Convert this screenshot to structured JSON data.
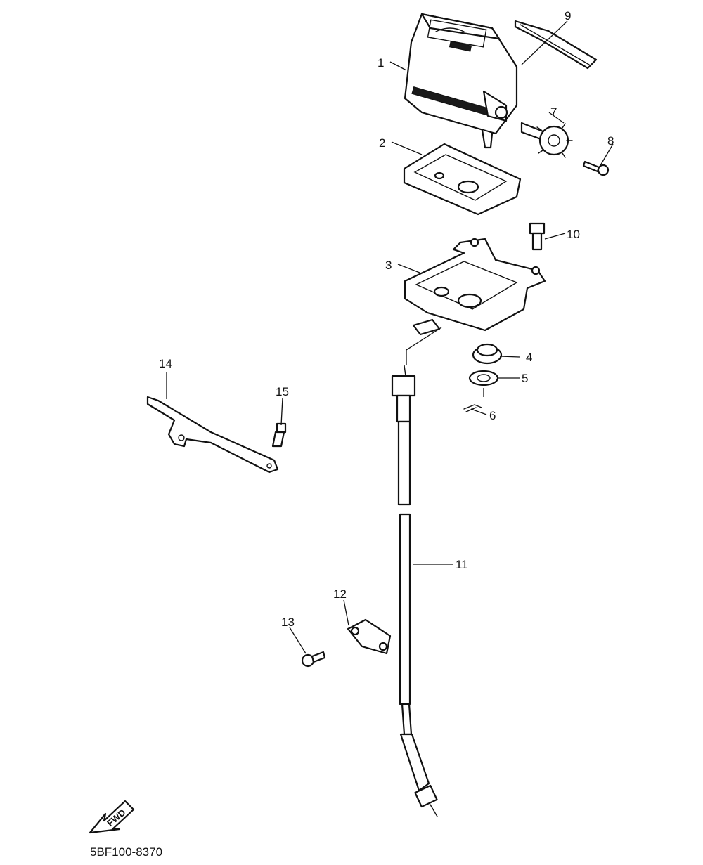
{
  "callouts": [
    {
      "id": "c1",
      "label": "1"
    },
    {
      "id": "c2",
      "label": "2"
    },
    {
      "id": "c3",
      "label": "3"
    },
    {
      "id": "c4",
      "label": "4"
    },
    {
      "id": "c5",
      "label": "5"
    },
    {
      "id": "c6",
      "label": "6"
    },
    {
      "id": "c7",
      "label": "7"
    },
    {
      "id": "c8",
      "label": "8"
    },
    {
      "id": "c9",
      "label": "9"
    },
    {
      "id": "c10",
      "label": "10"
    },
    {
      "id": "c11",
      "label": "11"
    },
    {
      "id": "c12",
      "label": "12"
    },
    {
      "id": "c13",
      "label": "13"
    },
    {
      "id": "c14",
      "label": "14"
    },
    {
      "id": "c15",
      "label": "15"
    }
  ],
  "fwd_arrow_label": "FWD",
  "diagram_code": "5BF100-8370"
}
